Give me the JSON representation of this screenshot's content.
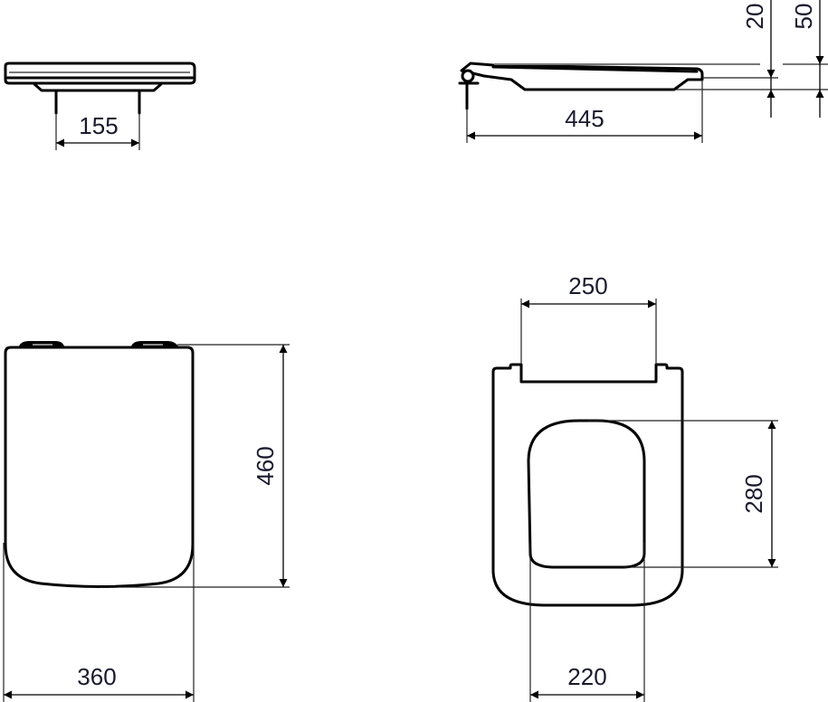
{
  "drawing": {
    "type": "technical-dimension-drawing",
    "subject": "toilet seat and cover",
    "units": "mm",
    "line_color": "#000000",
    "text_color": "#1a1a2e"
  },
  "views": {
    "front_view": {
      "dimensions": {
        "hinge_spacing": "155"
      }
    },
    "side_view": {
      "dimensions": {
        "length": "445",
        "seat_thickness": "20",
        "total_thickness": "50"
      }
    },
    "top_view_cover": {
      "dimensions": {
        "length": "460",
        "width": "360"
      }
    },
    "top_view_seat": {
      "dimensions": {
        "hinge_cutout_width": "250",
        "opening_length": "280",
        "opening_width": "220"
      }
    }
  }
}
